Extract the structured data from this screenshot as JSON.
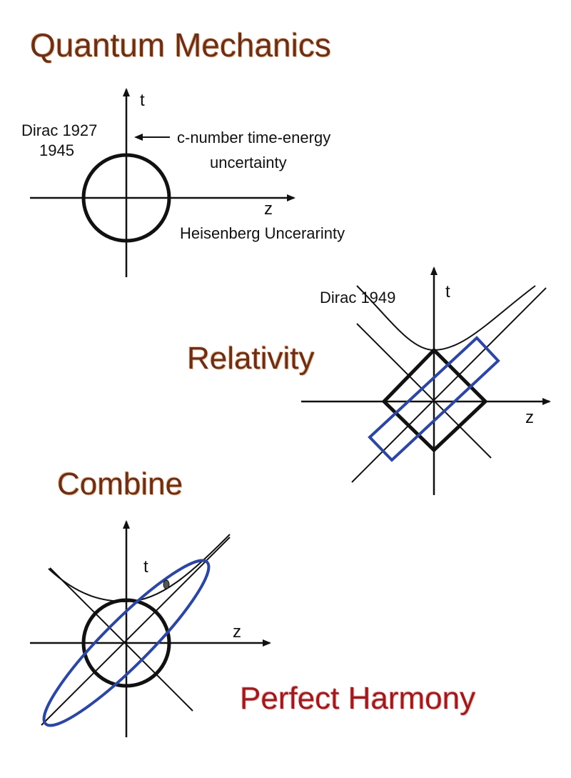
{
  "headings": {
    "quantum_mechanics": "Quantum Mechanics",
    "relativity": "Relativity",
    "combine": "Combine",
    "perfect_harmony": "Perfect Harmony"
  },
  "panel_quantum": {
    "t_label": "t",
    "z_label": "z",
    "dirac_line1": "Dirac 1927",
    "dirac_line2": "1945",
    "arrow_note_line1": "c-number time-energy",
    "arrow_note_line2": "uncertainty",
    "heisenberg_label": "Heisenberg Uncerarinty"
  },
  "panel_relativity": {
    "dirac_label": "Dirac 1949",
    "t_label": "t",
    "z_label": "z"
  },
  "panel_combine": {
    "t_label": "t",
    "z_label": "z"
  },
  "colors": {
    "heading_brown": "#6a2f18",
    "heading_red": "#9b1b1e",
    "line_black": "#111111",
    "accent_blue": "#2d46a0"
  }
}
